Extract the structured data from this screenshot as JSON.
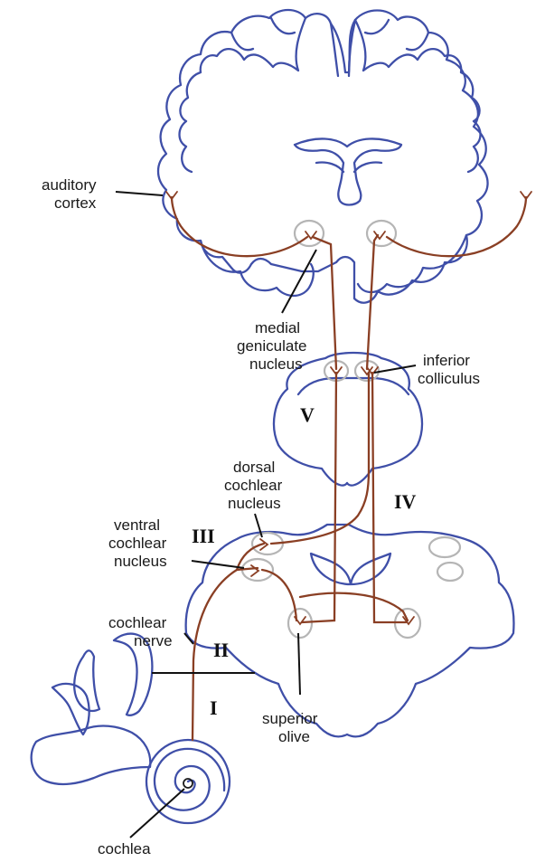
{
  "colors": {
    "outline": "#3f4fa8",
    "pathway": "#8a3f24",
    "nucleus": "#b5b5b5",
    "text": "#1a1a1a"
  },
  "labels": {
    "auditory_cortex": [
      "auditory",
      "cortex"
    ],
    "medial_geniculate": [
      "medial",
      "geniculate",
      "nucleus"
    ],
    "inferior_colliculus": [
      "inferior",
      "colliculus"
    ],
    "dorsal_cochlear": [
      "dorsal",
      "cochlear",
      "nucleus"
    ],
    "ventral_cochlear": [
      "ventral",
      "cochlear",
      "nucleus"
    ],
    "cochlear_nerve": [
      "cochlear",
      "nerve"
    ],
    "superior_olive": [
      "superior",
      "olive"
    ],
    "cochlea": [
      "cochlea"
    ]
  },
  "stages": {
    "I": "I",
    "II": "II",
    "III": "III",
    "IV": "IV",
    "V": "V"
  }
}
